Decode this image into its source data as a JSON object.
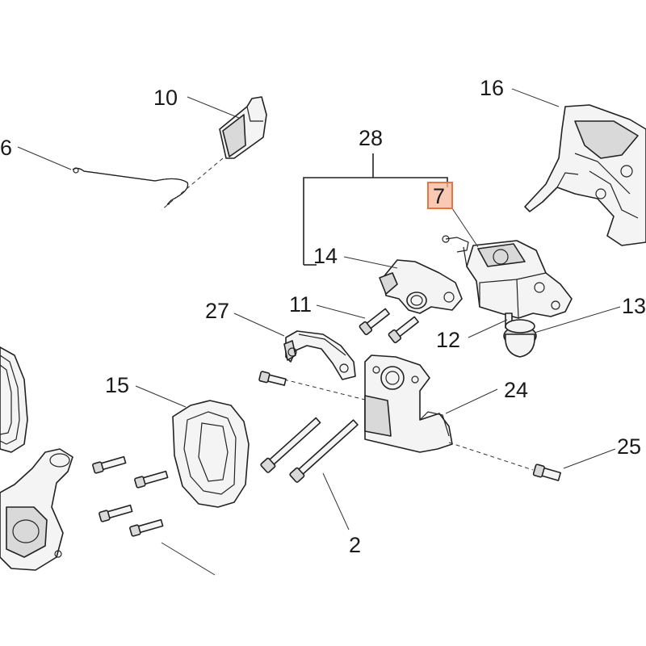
{
  "diagram": {
    "highlight_color": "#f7b79a",
    "highlight_border": "#e8743f",
    "callouts": [
      {
        "id": "c10",
        "number": "10"
      },
      {
        "id": "c6",
        "number": "6"
      },
      {
        "id": "c16",
        "number": "16"
      },
      {
        "id": "c28",
        "number": "28"
      },
      {
        "id": "c7",
        "number": "7",
        "highlighted": true
      },
      {
        "id": "c14",
        "number": "14"
      },
      {
        "id": "c11",
        "number": "11"
      },
      {
        "id": "c27",
        "number": "27"
      },
      {
        "id": "c13",
        "number": "13"
      },
      {
        "id": "c12",
        "number": "12"
      },
      {
        "id": "c15",
        "number": "15"
      },
      {
        "id": "c24",
        "number": "24"
      },
      {
        "id": "c25",
        "number": "25"
      },
      {
        "id": "c2",
        "number": "2"
      }
    ]
  }
}
